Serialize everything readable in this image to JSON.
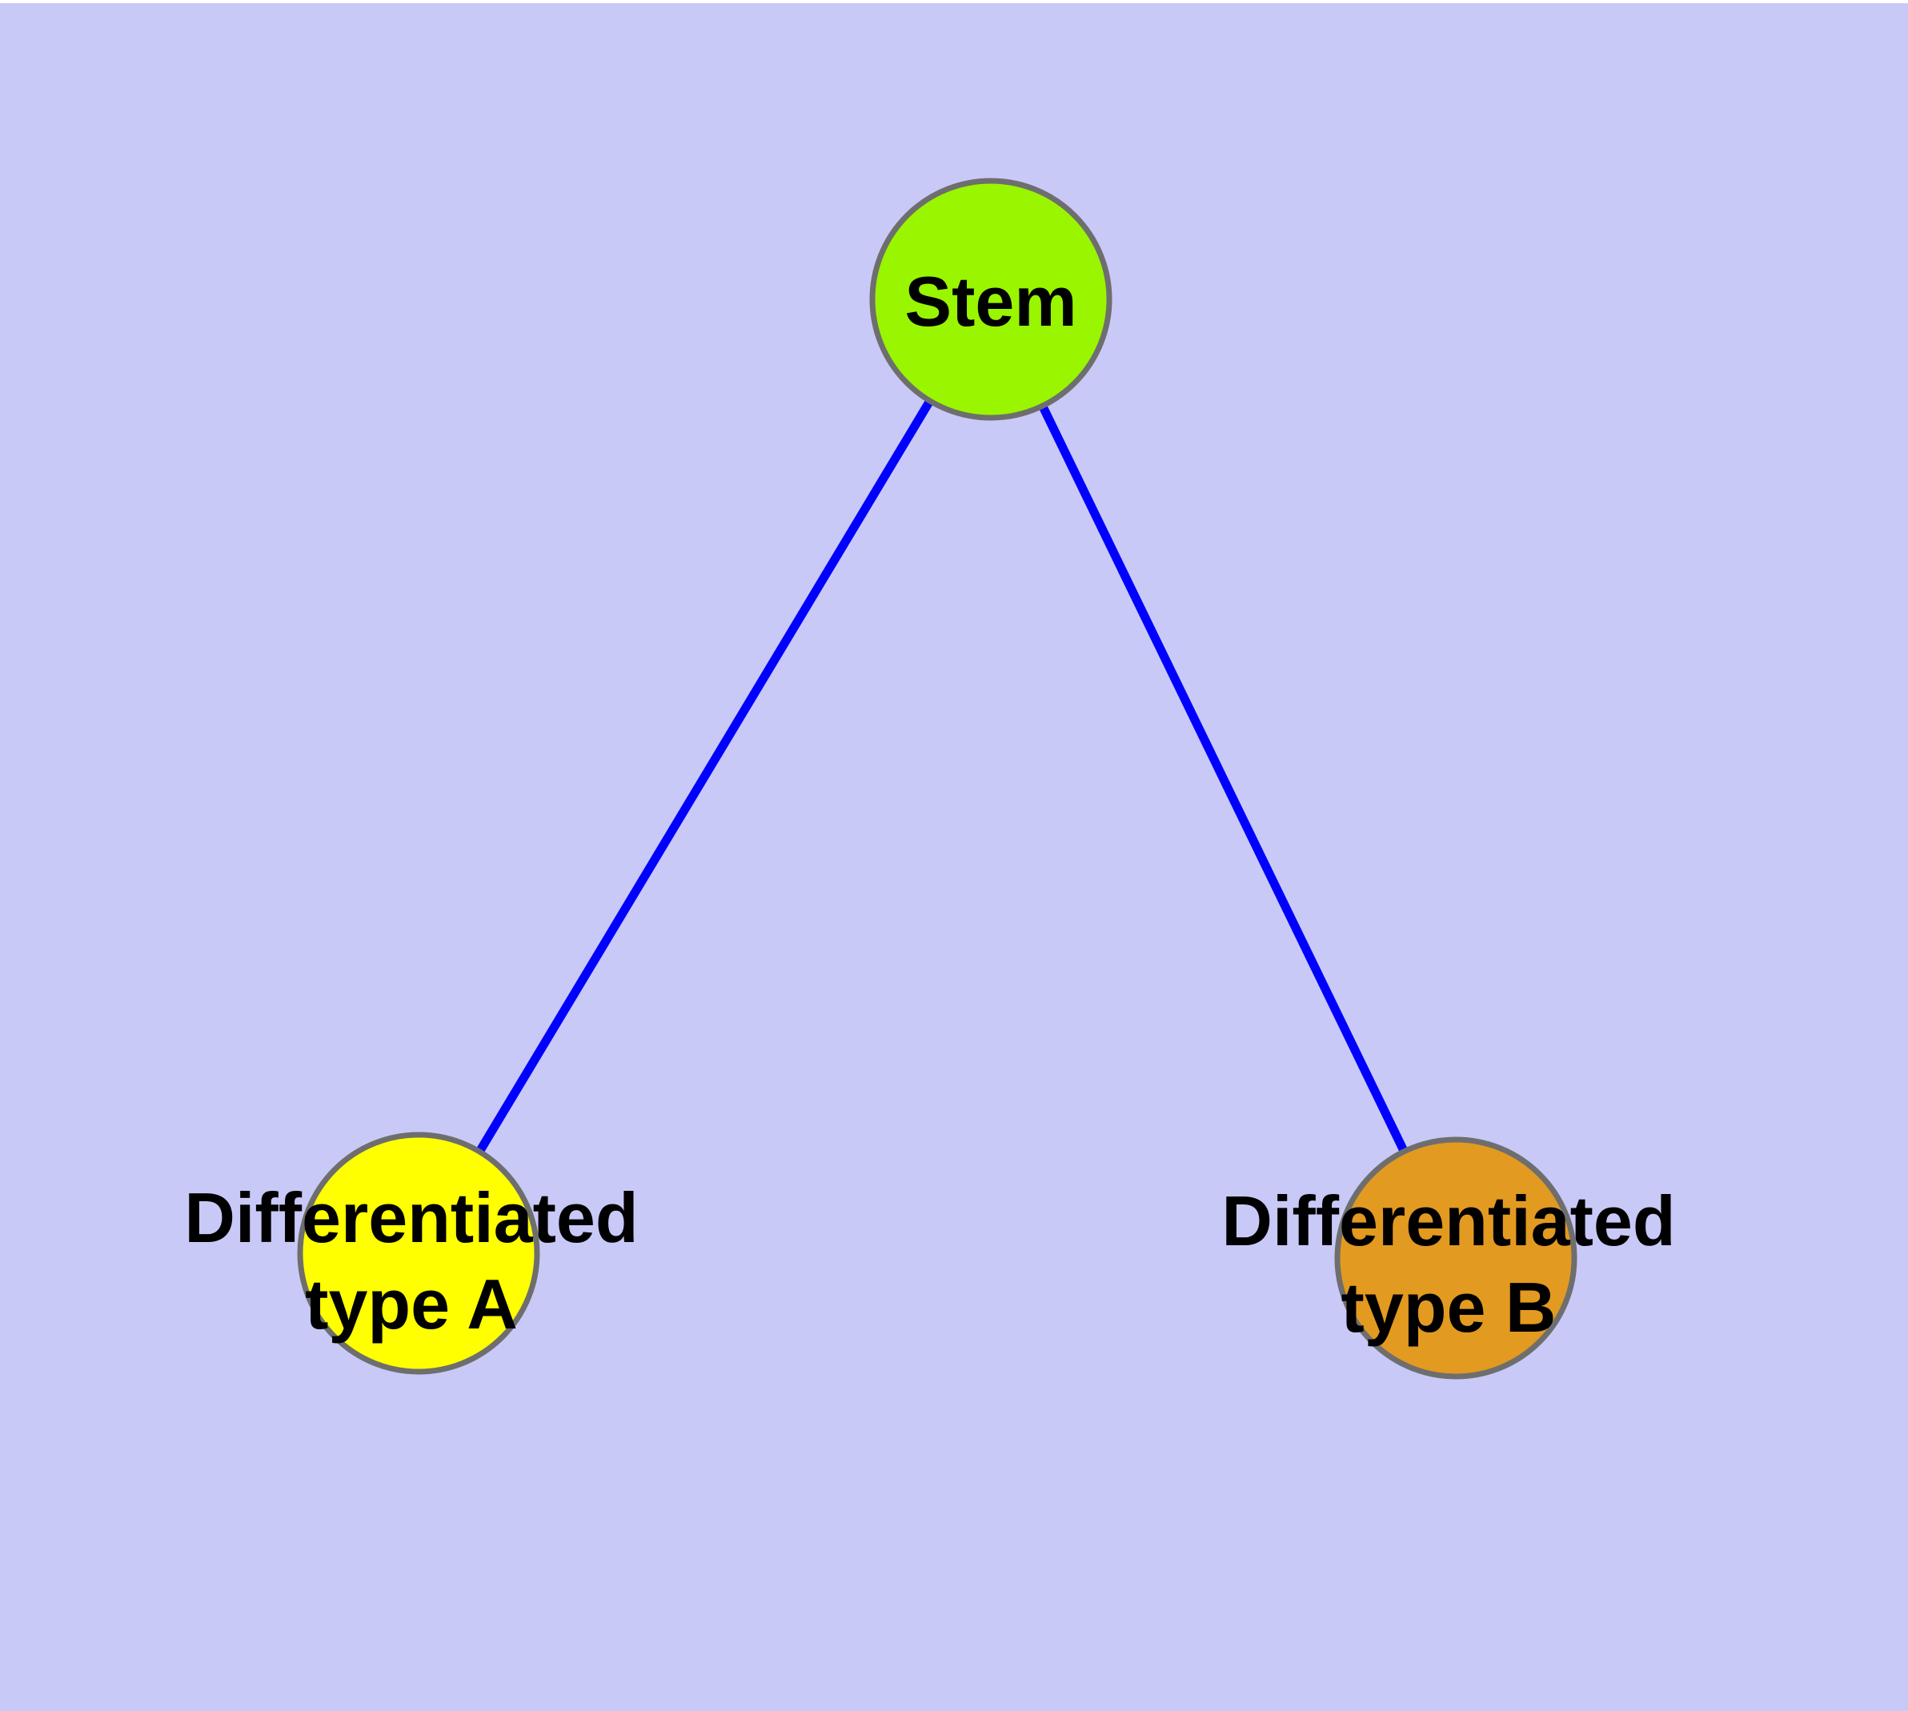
{
  "diagram": {
    "background_color": "#C9C9F8",
    "top_strip_color": "#FFFFFF",
    "label_text_color": "#000000",
    "node_border_color": "#6E6E6E",
    "nodes": {
      "stem": {
        "label": "Stem",
        "fill": "#9AF500"
      },
      "type_a": {
        "label_line1": "Differentiated",
        "label_line2": "type A",
        "fill": "#FFFF00"
      },
      "type_b": {
        "label_line1": "Differentiated",
        "label_line2": "type B",
        "fill": "#E39A20"
      }
    },
    "edges": [
      {
        "from": "Stem",
        "to": "Differentiated type A",
        "color": "#0000FF"
      },
      {
        "from": "Stem",
        "to": "Differentiated type B",
        "color": "#0000FF"
      }
    ]
  }
}
